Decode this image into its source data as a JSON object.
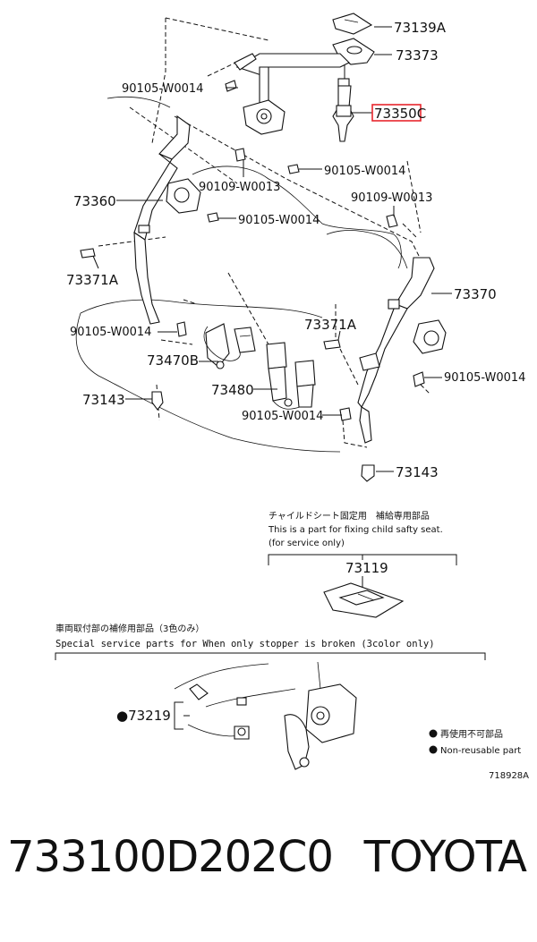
{
  "labels": {
    "l73139A": "73139A",
    "l73373": "73373",
    "l73350C": "73350C",
    "l90105_top": "90105-W0014",
    "l90105_mid": "90105-W0014",
    "l90109_left": "90109-W0013",
    "l73360": "73360",
    "l90105_left2": "90105-W0014",
    "l90109_right": "90109-W0013",
    "l73371A_left": "73371A",
    "l73370": "73370",
    "l90105_left3": "90105-W0014",
    "l73371A_right": "73371A",
    "l73470B": "73470B",
    "l90105_right": "90105-W0014",
    "l73143_left": "73143",
    "l73480": "73480",
    "l90105_bottom": "90105-W0014",
    "l73143_right": "73143"
  },
  "child_seat": {
    "title_jp": "チャイルドシート固定用　補給専用部品",
    "title_en": "This is a part for fixing child safty seat.",
    "subtitle": "(for service only)",
    "part": "73119"
  },
  "service": {
    "title_jp": "車両取付部の補修用部品（3色のみ）",
    "title_en": "Special service parts for When only stopper is broken (3color only)",
    "part": "●73219"
  },
  "legend": {
    "jp": "再使用不可部品",
    "en": "Non-reusable part"
  },
  "figure_id": "718928A",
  "footer": {
    "part_number": "733100D202C0",
    "brand": "TOYOTA"
  },
  "colors": {
    "highlight": "#e8262d",
    "ink": "#111111"
  }
}
